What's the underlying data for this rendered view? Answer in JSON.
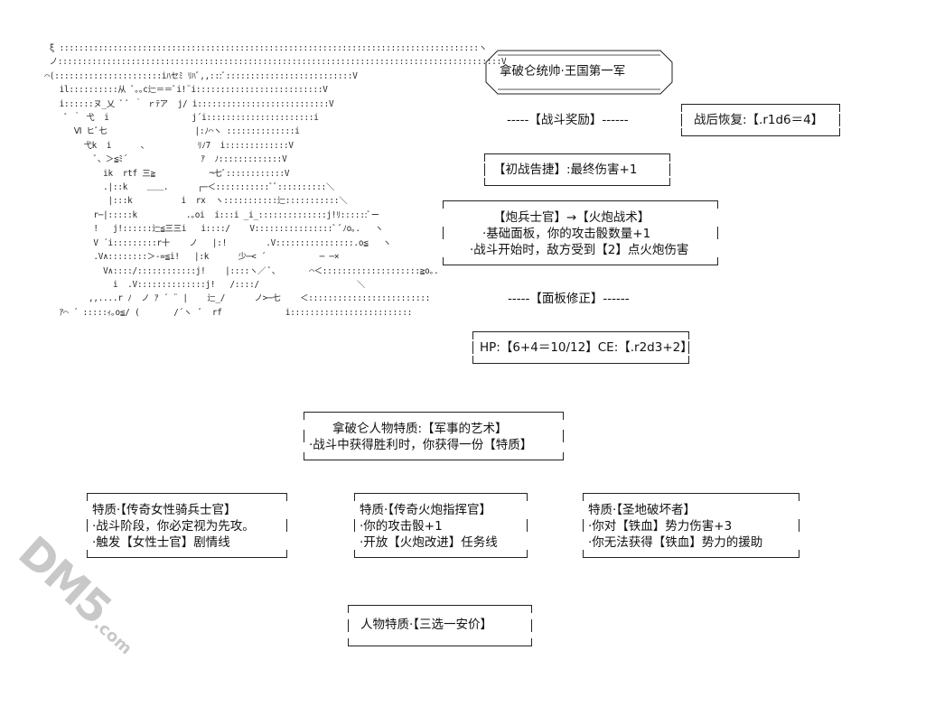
{
  "ascii_art": "  ξ ::::::::::::::::::::::::::::::::::::::::::::::::::::::::::::::::::::::::::::::::::::::ヽ\n  ノ:::::::::::::::::::::::::::::::::::::::::::::::::::::::::::::::::::::::::::::::::::::::::::V\n ⌒(::::::::::::::::::::::iﾊセﾐ ﾘﾊﾞ,,:::ﾞ::::::::::::::::::::::::::V\n    il::::::::::从 ﾞ｡｡c辷＝＝ﾞi!¨i::::::::::::::::::::::::::V\n    i::::::ヌ_乂 ﾞ ﾞ ｀ ｒﾃア  j/ i:::::::::::::::::::::::::::V\n     ﾞ ｀ 弋  i                 j´i::::::::::::::::::::::i\n       Ⅵ ヒﾞ七                  |:ﾉ⌒ヽ ::::::::::::::i\n         弋k  i      、          ﾘﾉ7  i:::::::::::::V\n           ﾞ、＞≦ﾐ´               ｱ  ﾉ:::::::::::::V\n             ik  rtf 三≧           ¬七ﾞ::::::::::::V\n             .|::k    ＿＿.      ┌─＜:::::::::::ﾞﾞ::::::::::＼\n              |:::k          i  rx  ヽ:::::::::::辷:::::::::::＼\n           r─|:::::k          .｡oi  i:::i _i_::::::::::::::j!ﾘ::::::ﾞー\n           !   j!::::::辷≦三三i   i::::/    V::::::::::::::::ﾞ ﾞﾉo｡.   ヽ\n           V ´i:::::::::r十    ノ   |:!        .V::::::::::::::::.o≦   ヽ\n           .V∧::::::::＞-=≦i!   |:k      少─< ´           ─ ─×\n             V∧::::/::::::::::::j!    |::::ヽ／ ﾞ、      ⌒＜::::::::::::::::::::≧o｡.\n               i  .V::::::::::::::j!   /::::/                    ＼\n          ,,....r ﾉ  ノ ｱ ´ ¨ |    辷_/      ノ>─七    ＜:::::::::::::::::::::::::\n    ｱ⌒ ´ :::::ｨ｡o≦/ (       /´ヽ  ﾞ  rf             i:::::::::::::::::::::::::",
  "top_title": "拿破仑统帅·王国第一军",
  "battle_reward_header": "-----【战斗奖励】------",
  "post_battle_recovery": "战后恢复:【.r1d6＝4】",
  "first_victory": "【初战告捷】:最终伤害+1",
  "artillery_box": {
    "line1": "【炮兵士官】→【火炮战术】",
    "line2": "·基础面板，你的攻击骰数量+1",
    "line3": "·战斗开始时，敌方受到【2】点火炮伤害"
  },
  "panel_fix_header": "-----【面板修正】------",
  "stats": "HP:【6+4＝10/12】CE:【.r2d3+2】",
  "napoleon_trait": {
    "line1": "拿破仑人物特质:【军事的艺术】",
    "line2": "·战斗中获得胜利时，你获得一份【特质】"
  },
  "trait_cards": [
    {
      "line1": "特质·【传奇女性骑兵士官】",
      "line2": "·战斗阶段，你必定视为先攻。",
      "line3": "·触发【女性士官】剧情线"
    },
    {
      "line1": "特质·【传奇火炮指挥官】",
      "line2": "·你的攻击骰+1",
      "line3": "·开放【火炮改进】任务线"
    },
    {
      "line1": "特质·【圣地破坏者】",
      "line2": "·你对【铁血】势力伤害+3",
      "line3": "·你无法获得【铁血】势力的援助"
    }
  ],
  "bottom_choice": "人物特质·【三选一安价】",
  "watermark": {
    "brand": "DM5",
    "suffix": ".com"
  }
}
